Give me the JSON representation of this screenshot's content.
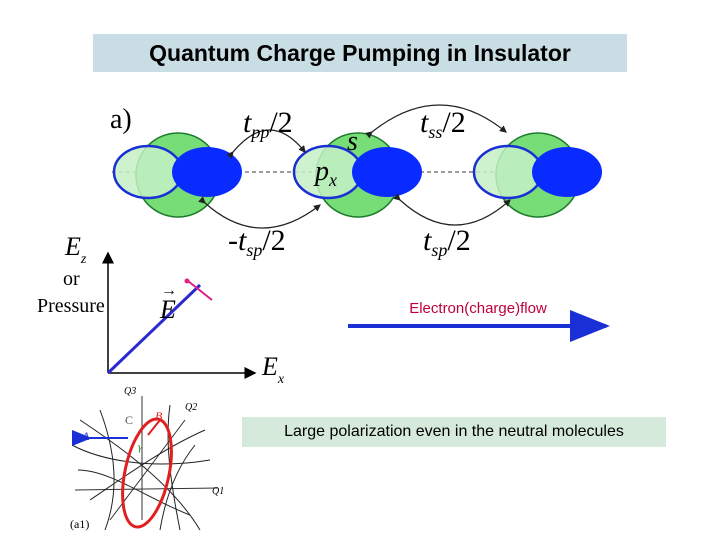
{
  "title": "Quantum Charge Pumping in Insulator",
  "panel_label": "a)",
  "hopping": {
    "tpp": "t",
    "tpp_sub": "pp",
    "tss": "t",
    "tss_sub": "ss",
    "tsp_neg": "-t",
    "tsp_neg_sub": "sp",
    "tsp": "t",
    "tsp_sub": "sp",
    "half": "/2"
  },
  "orbitals": {
    "s": "s",
    "p": "p",
    "p_sub": "x"
  },
  "axes": {
    "ez": "E",
    "ez_sub": "z",
    "or": "or",
    "pressure": "Pressure",
    "ex": "E",
    "ex_sub": "x",
    "e_vec": "E",
    "arrow_glyph": "→"
  },
  "flow_label": "Electron(charge)flow",
  "polarization_label": "Large polarization even in the neutral molecules",
  "inset": {
    "q3": "Q3",
    "q2": "Q2",
    "q1": "Q1",
    "c": "C",
    "a": "A",
    "b": "B",
    "gamma": "γ",
    "tag": "(a1)"
  },
  "colors": {
    "s_orbital": "#77dd77",
    "p_orbital_dark": "#0a2bff",
    "p_orbital_light": "#c4f0c4",
    "field_vector": "#2a2ad0",
    "field_tip": "#e0208a",
    "flow_arrow": "#1a2fd6",
    "loop": "#e02020"
  }
}
